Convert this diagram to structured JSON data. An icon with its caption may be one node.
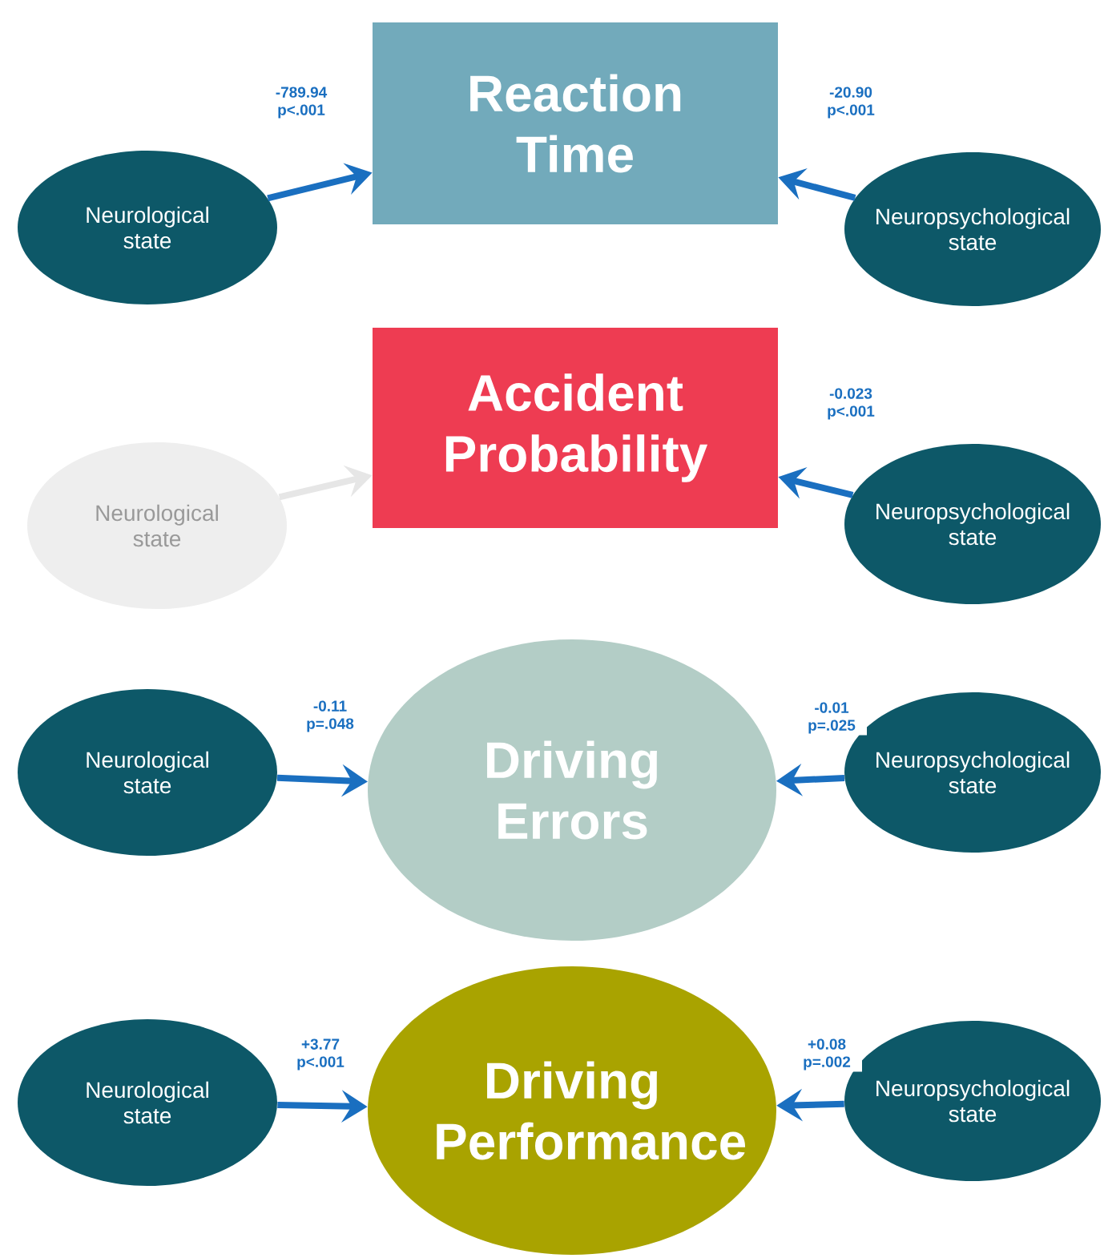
{
  "diagram": {
    "nodes": [
      {
        "text": [
          "Neurological state"
        ]
      },
      {
        "text": [
          "Reaction Time"
        ]
      },
      {
        "text": [
          "Neuropsychological state"
        ]
      },
      {
        "text": [
          "Neurological state"
        ]
      },
      {
        "text": [
          "Accident Probability"
        ]
      },
      {
        "text": [
          "Neuropsychological state"
        ]
      },
      {
        "text": [
          "Neurological state"
        ]
      },
      {
        "text": [
          "Driving Errors"
        ]
      },
      {
        "text": [
          "Neuropsychological state"
        ]
      },
      {
        "text": [
          "Neurological state"
        ]
      },
      {
        "text": [
          "Driving Performance"
        ]
      },
      {
        "text": [
          "Neuropsychological state"
        ]
      }
    ],
    "edges": [
      {
        "from": 0,
        "to": 1,
        "arrow": "to",
        "label": "-789.94 p<.001"
      },
      {
        "from": 2,
        "to": 1,
        "arrow": "to",
        "label": "-20.90 p<.001"
      },
      {
        "from": 3,
        "to": 4,
        "arrow": "to",
        "color": "#e6e6e6"
      },
      {
        "from": 5,
        "to": 4,
        "arrow": "to",
        "label": "-0.023 p<.001"
      },
      {
        "from": 6,
        "to": 7,
        "arrow": "to",
        "label": "-0.11 p=.048"
      },
      {
        "from": 8,
        "to": 7,
        "arrow": "to",
        "label": "-0.01 p=.025"
      },
      {
        "from": 9,
        "to": 10,
        "arrow": "to",
        "label": "+3.77 p<.001"
      },
      {
        "from": 11,
        "to": 10,
        "arrow": "to",
        "label": "+0.08 p=.002"
      }
    ]
  }
}
